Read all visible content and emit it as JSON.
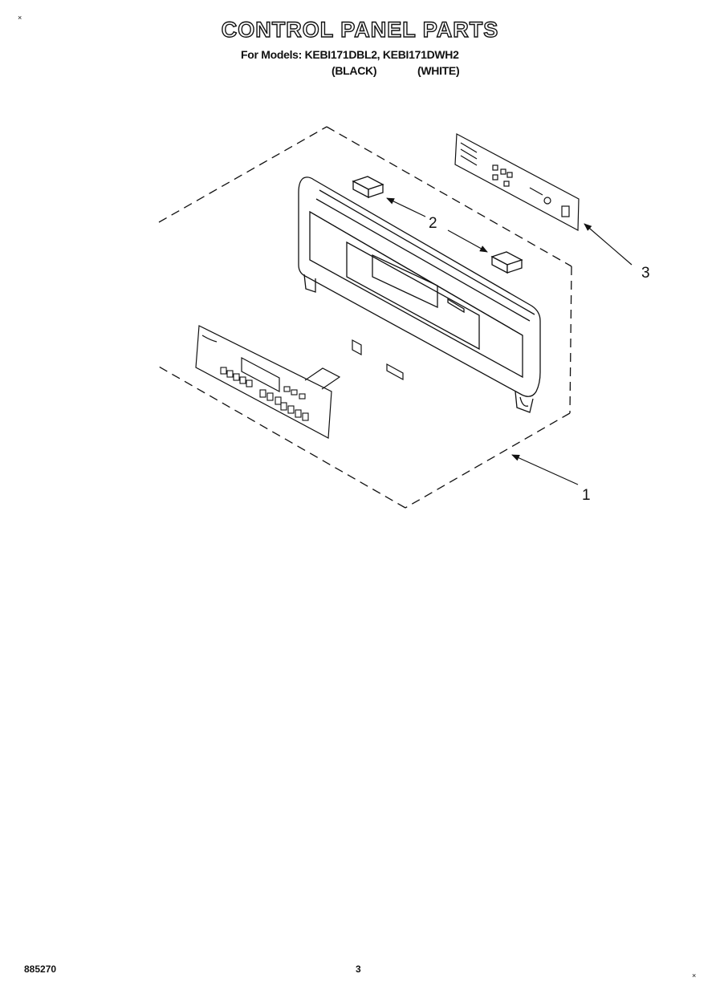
{
  "header": {
    "title": "CONTROL PANEL PARTS",
    "models_line": "For Models: KEBI171DBL2, KEBI171DWH2",
    "variant_black": "(BLACK)",
    "variant_white": "(WHITE)"
  },
  "diagram": {
    "callouts": [
      {
        "label": "1",
        "part": "control-panel-assembly"
      },
      {
        "label": "2",
        "part": "spacer-blocks"
      },
      {
        "label": "3",
        "part": "circuit-board"
      }
    ]
  },
  "footer": {
    "doc_number": "885270",
    "page_number": "3"
  }
}
